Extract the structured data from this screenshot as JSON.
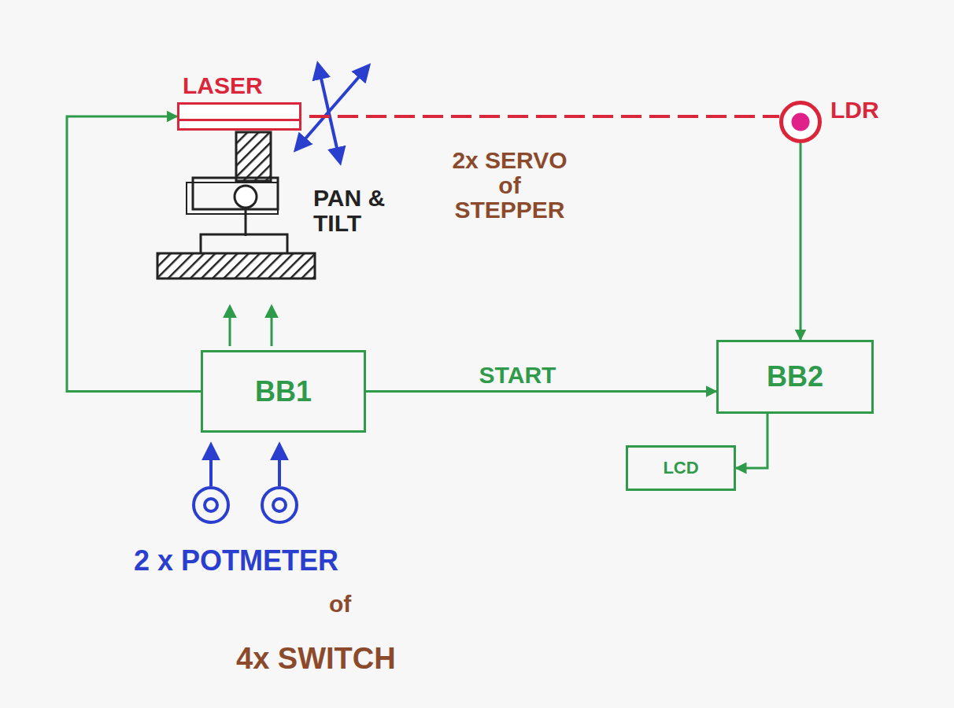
{
  "diagram": {
    "nodes": [
      {
        "text": [
          "LASER"
        ]
      },
      {
        "text": [
          "LDR"
        ]
      },
      {
        "text": [
          "BB1"
        ]
      },
      {
        "text": [
          "BB2"
        ]
      },
      {
        "text": [
          "LCD"
        ]
      }
    ],
    "edges": [
      {
        "from": 2,
        "to": 0,
        "arrow": "to"
      },
      {
        "from": 0,
        "to": 1,
        "arrow": "none"
      },
      {
        "from": 2,
        "to": 3,
        "label": "START",
        "arrow": "to"
      },
      {
        "from": 1,
        "to": 3,
        "arrow": "to"
      },
      {
        "from": 3,
        "to": 4,
        "arrow": "to"
      }
    ],
    "labels": [
      "PAN & TILT",
      "2x SERVO of STEPPER",
      "2 x POTMETER",
      "of",
      "4x SWITCH"
    ]
  }
}
